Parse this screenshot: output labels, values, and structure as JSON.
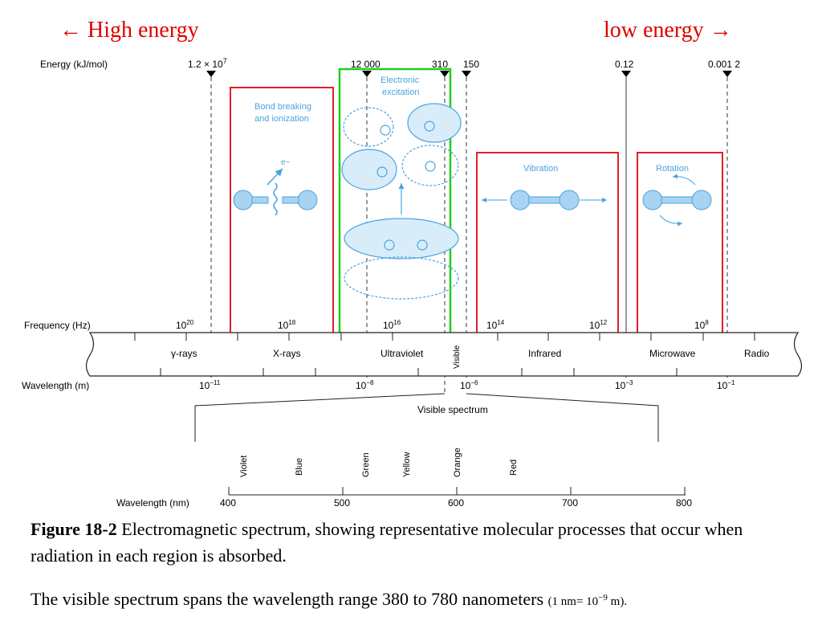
{
  "headers": {
    "high": "🡐 High energy",
    "high_arrow": "←",
    "high_text": "High energy",
    "low_text": "low energy",
    "low_arrow": "→"
  },
  "energy": {
    "label": "Energy (kJ/mol)",
    "ticks": [
      "1.2 × 10",
      "12 000",
      "310",
      "150",
      "0.12",
      "0.001 2"
    ],
    "first_tick_exp": "7"
  },
  "processes": {
    "bond": [
      "Bond breaking",
      "and ionization"
    ],
    "electron": "e−",
    "electronic": [
      "Electronic",
      "excitation"
    ],
    "vibration": "Vibration",
    "rotation": "Rotation"
  },
  "frequency": {
    "label": "Frequency (Hz)",
    "base": "10",
    "exps": [
      "20",
      "18",
      "16",
      "14",
      "12",
      "8"
    ]
  },
  "regions": [
    "γ-rays",
    "X-rays",
    "Ultraviolet",
    "Visible",
    "Infrared",
    "Microwave",
    "Radio"
  ],
  "wavelength_m": {
    "label": "Wavelength (m)",
    "base": "10",
    "exps": [
      "−11",
      "−8",
      "−6",
      "−3",
      "−1"
    ]
  },
  "visible": {
    "title": "Visible spectrum",
    "colors": [
      "Violet",
      "Blue",
      "Green",
      "Yellow",
      "Orange",
      "Red"
    ],
    "axis_label": "Wavelength (nm)",
    "ticks": [
      "400",
      "500",
      "600",
      "700",
      "800"
    ]
  },
  "caption": {
    "fig_label": "Figure 18-2",
    "fig_text": " Electromagnetic spectrum, showing representative molecular processes that occur when radiation in each region is absorbed.",
    "range_text": "The visible spectrum spans the wavelength range 380 to 780 nanometers ",
    "range_note": "(1 nm= 10",
    "range_note_exp": "−9",
    "range_note_end": " m)."
  },
  "colors": {
    "red_box": "#e0202a",
    "green_box": "#22cc22",
    "molecule_blue": "#4aa3df",
    "molecule_fill": "#a9d3f2",
    "header_red": "#e00000"
  }
}
